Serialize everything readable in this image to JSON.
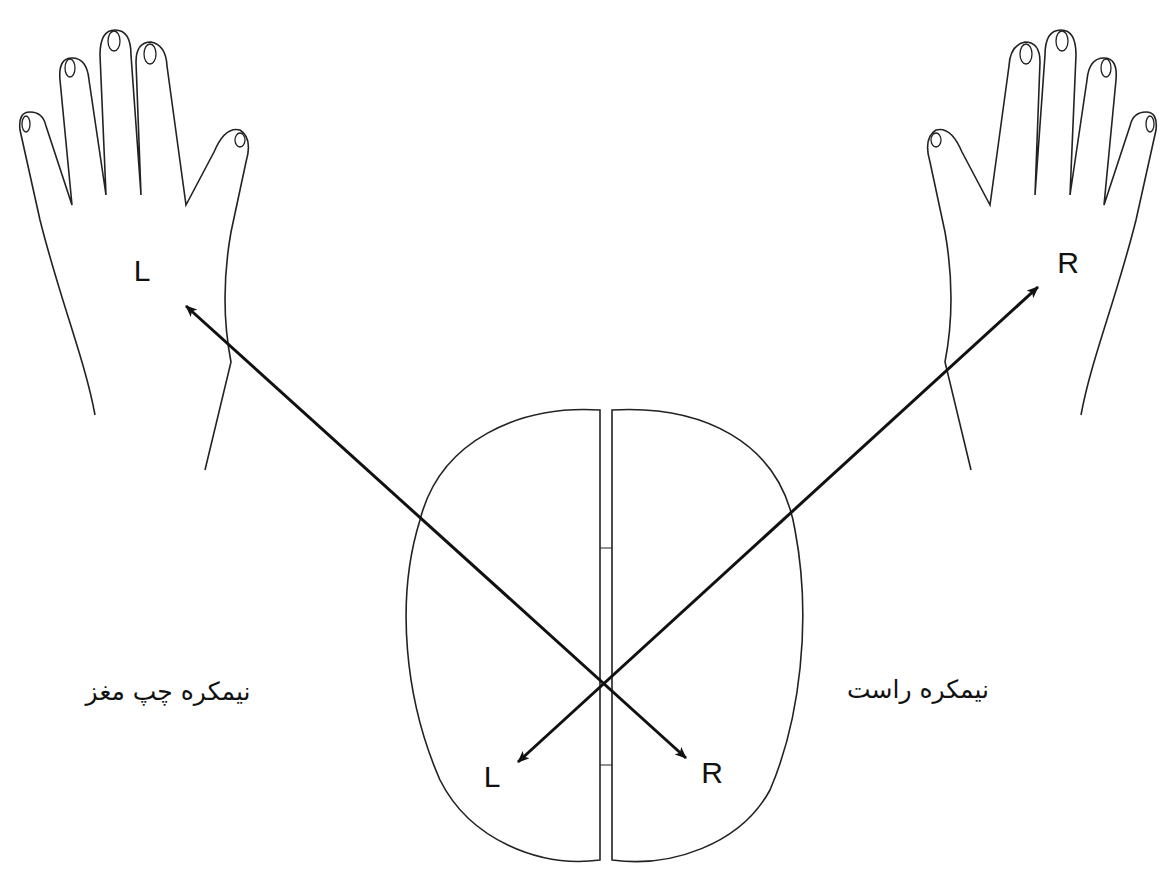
{
  "diagram": {
    "labels": [
      "L",
      "R",
      "نیمکره چپ مغز",
      "نیمکره راست",
      "L",
      "R"
    ]
  }
}
